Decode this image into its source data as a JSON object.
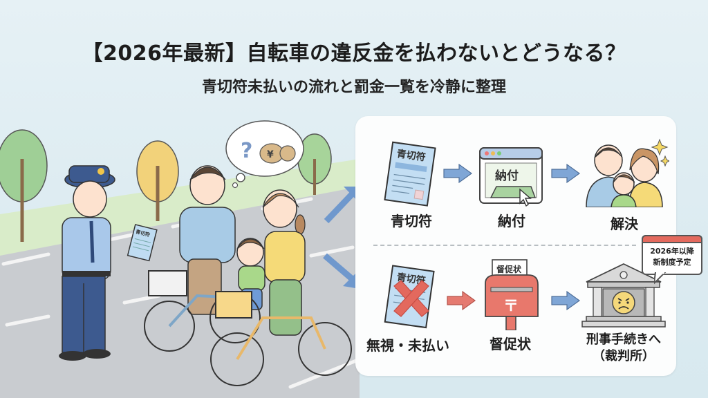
{
  "header": {
    "title": "【2026年最新】自転車の違反金を払わないとどうなる？",
    "subtitle": "青切符未払いの流れと罰金一覧を冷静に整理"
  },
  "scene": {
    "ticket_text": "青切符",
    "thought_bubble": {
      "question_mark": "?",
      "money_bag_symbol": "¥"
    }
  },
  "flow": {
    "paid_path": [
      {
        "label": "青切符",
        "icon": "blue-ticket-icon",
        "icon_text": "青切符"
      },
      {
        "label": "納付",
        "icon": "online-payment-icon",
        "icon_text": "納付"
      },
      {
        "label": "解決",
        "icon": "happy-family-icon"
      }
    ],
    "unpaid_path": [
      {
        "label": "無視・未払い",
        "icon": "crossed-ticket-icon",
        "icon_text": "青切符"
      },
      {
        "label": "督促状",
        "icon": "mailbox-icon",
        "icon_text": "督促状",
        "postal_mark": "〒"
      },
      {
        "label_line1": "刑事手続きへ",
        "label_line2": "（裁判所）",
        "icon": "courthouse-icon"
      }
    ],
    "callout": {
      "line1": "2026年以降",
      "line2": "新制度予定"
    }
  },
  "colors": {
    "background": "#e3eff4",
    "panel": "#fcfdfd",
    "arrow_blue": "#7fa6d6",
    "arrow_red": "#e57a70",
    "ticket_blue": "#bfdcf2",
    "mailbox_red": "#e8786c",
    "cross_red": "#e0655a"
  }
}
